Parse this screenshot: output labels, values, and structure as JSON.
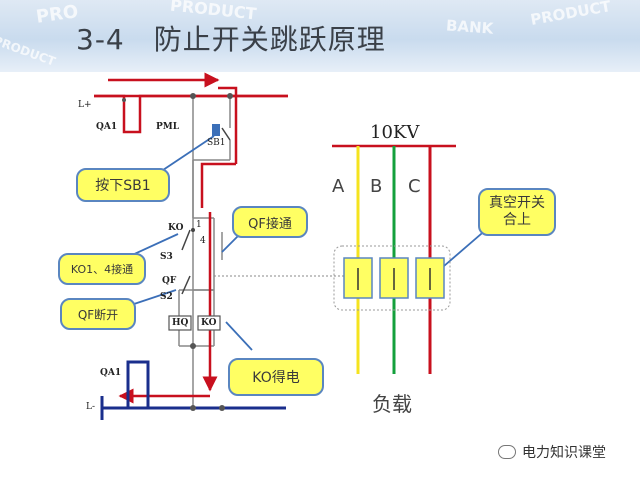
{
  "header": {
    "title": "3-4　防止开关跳跃原理"
  },
  "watermarks": [
    "PRO",
    "PRODUCT",
    "BANK",
    "PRODUCT",
    "PRODUCT"
  ],
  "circuit": {
    "labels": {
      "l_plus": "L+",
      "qa1_top": "QA1",
      "pml": "PML",
      "sb1": "SB1",
      "ko": "KO",
      "pin1": "1",
      "pin4": "4",
      "s3": "S3",
      "qf": "QF",
      "s2": "S2",
      "hq": "HQ",
      "ko_box": "KO",
      "qa1_bottom": "QA1",
      "l_minus": "L-"
    },
    "callouts": {
      "press_sb1": "按下SB1",
      "qf_on": "QF接通",
      "ko_contacts": "KO1、4接通",
      "qf_off": "QF断开",
      "ko_energized": "KO得电"
    }
  },
  "breaker": {
    "voltage": "10KV",
    "phases": [
      "A",
      "B",
      "C"
    ],
    "callout": "真空开关合上",
    "load_label": "负载"
  },
  "footer": {
    "brand": "电力知识课堂"
  },
  "colors": {
    "wire_red": "#c8101e",
    "wire_blue": "#1a2e8c",
    "phase_a": "#f5e31e",
    "phase_b": "#14a03c",
    "phase_c": "#c8101e",
    "callout_fill": "#ffff63",
    "callout_border": "#5a86c0"
  }
}
